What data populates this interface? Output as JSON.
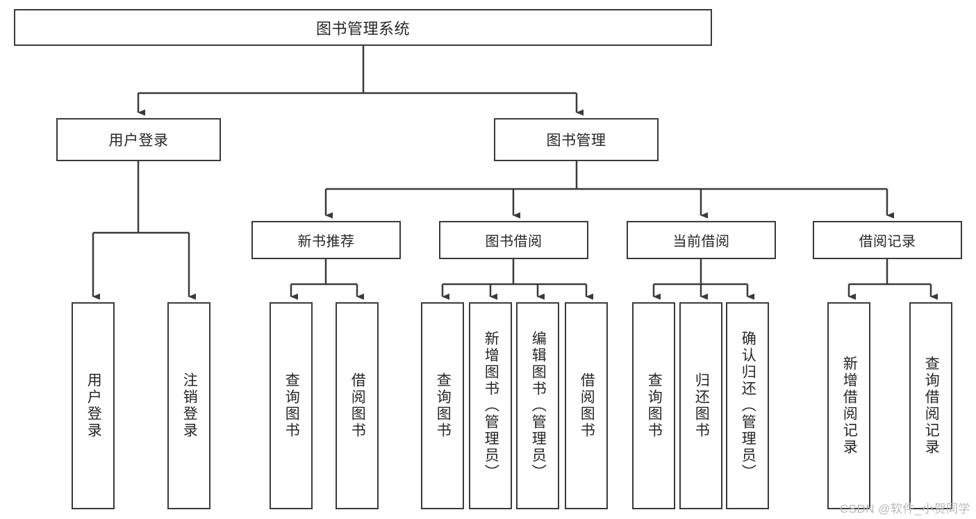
{
  "diagram": {
    "title": "图书管理系统",
    "watermark": "CSDN @软件_小贺同学",
    "arrow_color": "#3a3a3a",
    "box_border_color": "#3a3a3a",
    "box_fill_color": "#ffffff",
    "text_color": "#262626"
  },
  "nodes": {
    "root": {
      "label": "图书管理系统"
    },
    "level1": [
      {
        "label": "用户登录"
      },
      {
        "label": "图书管理"
      }
    ],
    "level2": [
      {
        "label": "新书推荐"
      },
      {
        "label": "图书借阅"
      },
      {
        "label": "当前借阅"
      },
      {
        "label": "借阅记录"
      }
    ],
    "leaves": {
      "user_login": [
        {
          "label": "用户登录"
        },
        {
          "label": "注销登录"
        }
      ],
      "new_book_recommend": [
        {
          "label": "查询图书"
        },
        {
          "label": "借阅图书"
        }
      ],
      "book_borrow": [
        {
          "label": "查询图书"
        },
        {
          "label": "新增图书（管理员）"
        },
        {
          "label": "编辑图书（管理员）"
        },
        {
          "label": "借阅图书"
        }
      ],
      "current_borrow": [
        {
          "label": "查询图书"
        },
        {
          "label": "归还图书"
        },
        {
          "label": "确认归还（管理员）"
        }
      ],
      "borrow_record": [
        {
          "label": "新增借阅记录"
        },
        {
          "label": "查询借阅记录"
        }
      ]
    }
  }
}
